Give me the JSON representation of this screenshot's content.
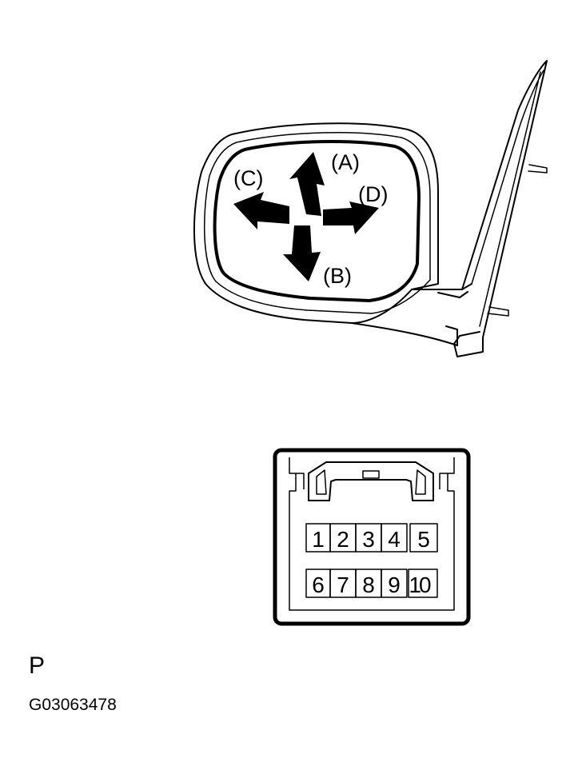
{
  "diagram": {
    "direction_labels": {
      "up": "(A)",
      "down": "(B)",
      "left": "(C)",
      "right": "(D)"
    },
    "connector_pins": {
      "top_row": [
        "1",
        "2",
        "3",
        "4",
        "5"
      ],
      "bottom_row": [
        "6",
        "7",
        "8",
        "9",
        "10"
      ]
    },
    "colors": {
      "ink": "#000000",
      "background": "#ffffff"
    }
  },
  "footer": {
    "letter": "P",
    "figure_code": "G03063478"
  }
}
